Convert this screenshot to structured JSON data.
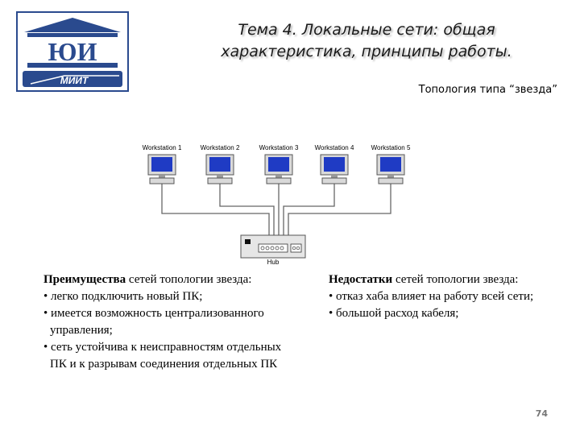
{
  "header": {
    "logo": {
      "text_top": "ЮИ",
      "text_bottom": "МИИТ"
    },
    "title_line1": "Тема 4.  Локальные сети: общая",
    "title_line2": "характеристика, принципы работы."
  },
  "topology_label": "Топология типа “звезда”",
  "diagram": {
    "workstations": [
      "Workstation 1",
      "Workstation 2",
      "Workstation 3",
      "Workstation 4",
      "Workstation 5"
    ],
    "hub_label": "Hub"
  },
  "advantages": {
    "heading_bold": "Преимущества",
    "heading_rest": " сетей топологии звезда:",
    "items": [
      "легко подключить новый ПК;",
      "имеется возможность централизованного управления;",
      "сеть устойчива к неисправностям отдельных ПК и к разрывам соединения отдельных ПК"
    ]
  },
  "disadvantages": {
    "heading_bold": "Недостатки",
    "heading_rest": " сетей топологии звезда:",
    "items": [
      "отказ хаба влияет на работу всей сети;",
      "большой расход кабеля;"
    ]
  },
  "page_number": "74",
  "colors": {
    "logo_blue": "#2a4a8e",
    "monitor_screen": "#1f3bc4",
    "monitor_frame": "#d9d9d9",
    "hub_body": "#e6e6e6"
  }
}
